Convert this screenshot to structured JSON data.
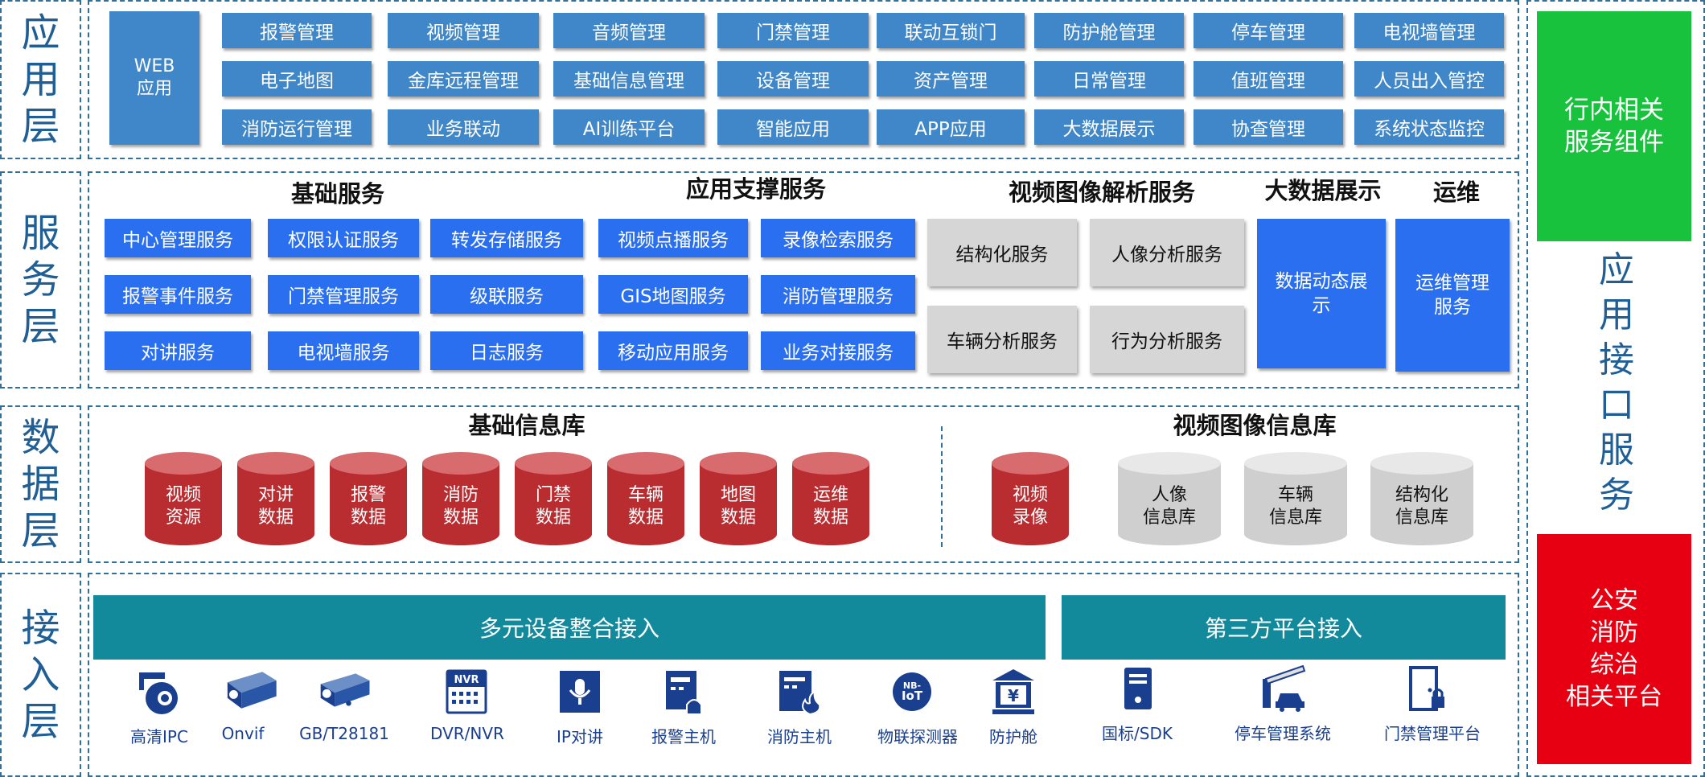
{
  "layers": {
    "app": [
      "应",
      "用",
      "层"
    ],
    "service": [
      "服",
      "务",
      "层"
    ],
    "data": [
      "数",
      "据",
      "层"
    ],
    "access": [
      "接",
      "入",
      "层"
    ]
  },
  "app_layer": {
    "web": [
      "WEB",
      "应用"
    ],
    "rows": [
      [
        "报警管理",
        "视频管理",
        "音频管理",
        "门禁管理",
        "联动互锁门",
        "防护舱管理",
        "停车管理",
        "电视墙管理"
      ],
      [
        "电子地图",
        "金库远程管理",
        "基础信息管理",
        "设备管理",
        "资产管理",
        "日常管理",
        "值班管理",
        "人员出入管控"
      ],
      [
        "消防运行管理",
        "业务联动",
        "AI训练平台",
        "智能应用",
        "APP应用",
        "大数据展示",
        "协查管理",
        "系统状态监控"
      ]
    ]
  },
  "service_layer": {
    "headings": {
      "basic": "基础服务",
      "support": "应用支撑服务",
      "video": "视频图像解析服务",
      "bigdata": "大数据展示",
      "ops": "运维"
    },
    "basic": [
      [
        "中心管理服务",
        "权限认证服务",
        "转发存储服务"
      ],
      [
        "报警事件服务",
        "门禁管理服务",
        "级联服务"
      ],
      [
        "对讲服务",
        "电视墙服务",
        "日志服务"
      ]
    ],
    "support": [
      [
        "视频点播服务",
        "录像检索服务"
      ],
      [
        "GIS地图服务",
        "消防管理服务"
      ],
      [
        "移动应用服务",
        "业务对接服务"
      ]
    ],
    "video": [
      [
        "结构化服务",
        "人像分析服务"
      ],
      [
        "车辆分析服务",
        "行为分析服务"
      ]
    ],
    "bigdata_box": [
      "数据动态展",
      "示"
    ],
    "ops_box": [
      "运维管理",
      "服务"
    ]
  },
  "data_layer": {
    "basic_title": "基础信息库",
    "video_title": "视频图像信息库",
    "basic": [
      [
        "视频",
        "资源"
      ],
      [
        "对讲",
        "数据"
      ],
      [
        "报警",
        "数据"
      ],
      [
        "消防",
        "数据"
      ],
      [
        "门禁",
        "数据"
      ],
      [
        "车辆",
        "数据"
      ],
      [
        "地图",
        "数据"
      ],
      [
        "运维",
        "数据"
      ]
    ],
    "video_red": [
      "视频",
      "录像"
    ],
    "video_gray": [
      [
        "人像",
        "信息库"
      ],
      [
        "车辆",
        "信息库"
      ],
      [
        "结构化",
        "信息库"
      ]
    ]
  },
  "access_layer": {
    "multi": "多元设备整合接入",
    "third": "第三方平台接入",
    "devices": [
      {
        "label": "高清IPC",
        "icon": "ptz-camera-icon"
      },
      {
        "label": "Onvif",
        "icon": "box-camera-icon"
      },
      {
        "label": "GB/T28181",
        "icon": "bullet-camera-icon"
      },
      {
        "label": "DVR/NVR",
        "icon": "nvr-icon",
        "badge": "NVR"
      },
      {
        "label": "IP对讲",
        "icon": "microphone-icon"
      },
      {
        "label": "报警主机",
        "icon": "alarm-host-icon"
      },
      {
        "label": "消防主机",
        "icon": "fire-host-icon"
      },
      {
        "label": "物联探测器",
        "icon": "nb-iot-icon",
        "badge": "NB-IoT"
      },
      {
        "label": "防护舱",
        "icon": "bank-icon",
        "badge": "¥"
      }
    ],
    "platforms": [
      {
        "label": "国标/SDK",
        "icon": "server-icon"
      },
      {
        "label": "停车管理系统",
        "icon": "parking-barrier-icon"
      },
      {
        "label": "门禁管理平台",
        "icon": "door-lock-icon"
      }
    ]
  },
  "right_panel": {
    "green": [
      "行内相关",
      "服务组件"
    ],
    "vertical": [
      "应",
      "用",
      "接",
      "口",
      "服",
      "务"
    ],
    "red": [
      "公安",
      "消防",
      "综治",
      "相关平台"
    ]
  },
  "colors": {
    "layer_label": "#1f5f95",
    "app_button": "#3f87c8",
    "service_blue": "#2a6ff0",
    "gray_box": "#d6d6d6",
    "cylinder_red": "#b92d31",
    "teal_bar": "#138a9c",
    "green_panel": "#19c23d",
    "red_panel": "#e60012"
  }
}
